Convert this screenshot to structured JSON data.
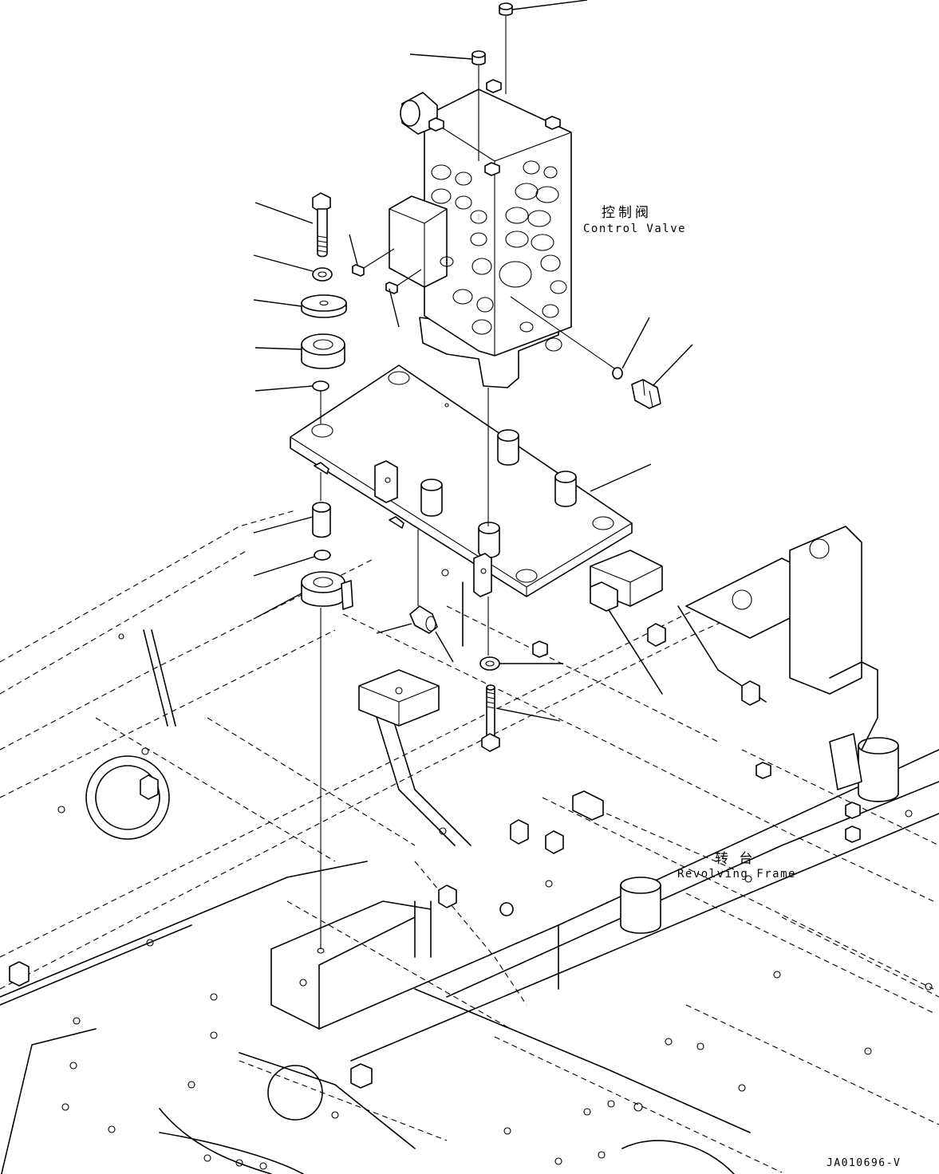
{
  "labels": {
    "control_valve_cn": "控制阀",
    "control_valve_en": "Control Valve",
    "revolving_frame_cn": "转 台",
    "revolving_frame_en": "Revolving Frame",
    "drawing_code": "JA010696-V"
  }
}
